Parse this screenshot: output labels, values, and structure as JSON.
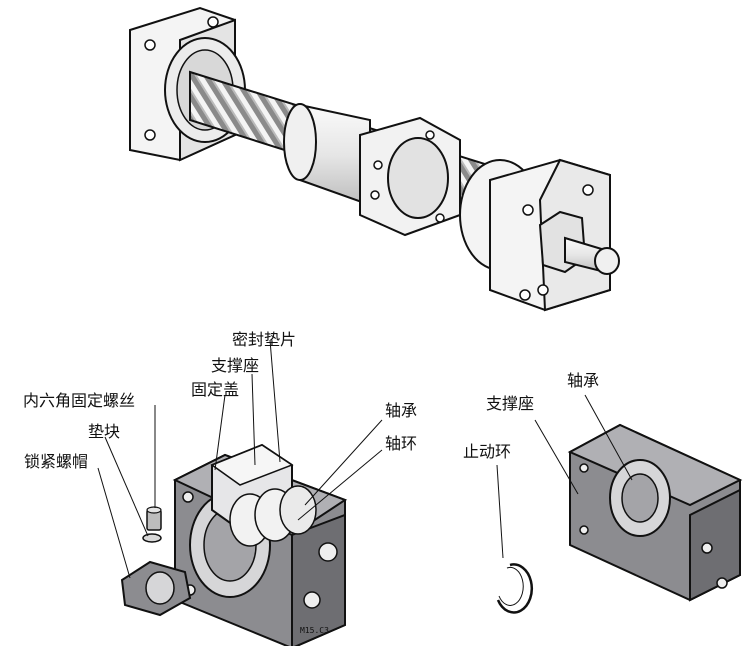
{
  "labels": {
    "sealing_gasket": "密封垫片",
    "support_seat_left": "支撑座",
    "fixed_cover": "固定盖",
    "hex_screw": "内六角固定螺丝",
    "spacer_block": "垫块",
    "lock_nut": "锁紧螺帽",
    "bearing_left": "轴承",
    "shaft_ring": "轴环",
    "support_seat_right": "支撑座",
    "bearing_right": "轴承",
    "retaining_ring": "止动环"
  },
  "part_marking": "M15.C3",
  "colors": {
    "metal_dark": "#6e6e72",
    "metal_mid": "#9a9a9e",
    "metal_light": "#d4d4d8",
    "outline": "#111111"
  }
}
